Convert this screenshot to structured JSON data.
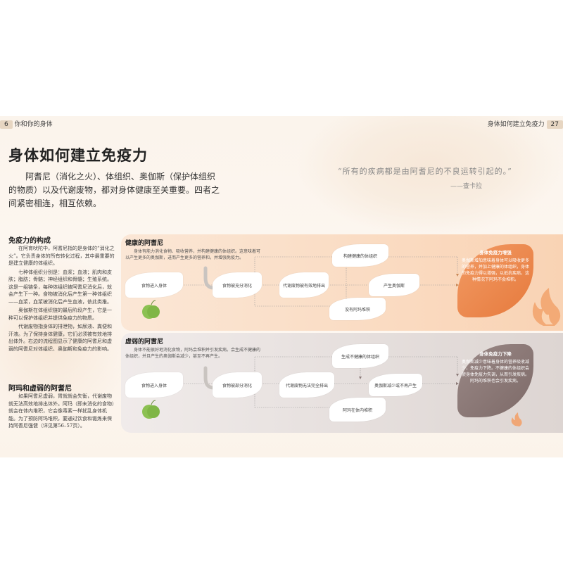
{
  "header": {
    "left_page_num": "6",
    "left_running_head": "你和你的身体",
    "right_running_head": "身体如何建立免疫力",
    "right_page_num": "27"
  },
  "title": "身体如何建立免疫力",
  "intro": "阿耆尼（消化之火）、体组织、奥伽斯（保护体组织的物质）以及代谢废物，都对身体健康至关重要。四者之间紧密相连，相互依赖。",
  "quote": {
    "text": "“所有的疾病都是由阿耆尼的不良运转引起的。”",
    "attribution": "——查卡拉"
  },
  "section1": {
    "heading": "免疫力的构成",
    "paragraphs": [
      "在阿育吠陀中，阿耆尼指的是身体的“消化之火”。它负责身体的所有转化过程，其中最重要的是建立健康的体组织。",
      "七种体组织分别是：血浆；血液；肌肉和皮肤；脂肪；骨骼；神经组织和骨髓；生殖系统。这是一组链条，每种体组织被阿耆尼消化后，就会产生下一种。食物被消化后产生第一种体组织——血浆，血浆被消化后产生血液，依此类推。",
      "奥伽斯在体组织链的最后阶段产生，它是一种可以保护体组织并提供免疫力的物质。",
      "代谢废物指身体的排泄物，如尿液、粪便和汗液。为了保持身体健康，它们必须被有效地排出体外。右边的流程图显示了健康的阿耆尼和虚弱的阿耆尼对体组织、奥伽斯和免疫力的影响。"
    ]
  },
  "section2": {
    "heading": "阿玛和虚弱的阿耆尼",
    "paragraphs": [
      "如果阿耆尼虚弱，胃就就会失衡，代谢废物就无法高效地排出体外。阿玛（即未消化的食物）就会在体内堆积，它会像毒素一样扰乱身体机能。为了预防阿玛堆积，要通过饮食和锻炼来保持阿耆尼强健（详见第56–57页）。"
    ]
  },
  "healthy": {
    "title": "健康的阿耆尼",
    "desc": "身体有能力消化食物、吸收营养，并构建健康的体组织。这意味着可以产生更多的奥伽斯，进而产生更多的营养和，并增强免疫力。",
    "nodes": {
      "food_in": "食物进入身体",
      "digested": "食物被充分消化",
      "waste_out": "代谢废物被有效地排出",
      "build_tissue": "构建健康的体组织",
      "ojas": "产生奥伽斯",
      "no_ama": "没有阿玛堆积"
    },
    "result_title": "身体免疫力增强",
    "result_text": "奥伽斯增加意味着身体可以吸收更多的营养，并加上健康的体组织，身体的免疫力得以增强，以抵抗疾病，这种情况下阿玛不会堆积。"
  },
  "weak": {
    "title": "虚弱的阿耆尼",
    "desc": "身体不能很好地消化食物，阿玛会堆积并引发疾病。会生成不健康的体组织，并且产生的奥伽斯会减少，甚至不再产生。",
    "nodes": {
      "food_in": "食物进入身体",
      "partial": "食物被部分消化",
      "waste_fail": "代谢废物无法完全排出",
      "unhealthy_tissue": "生成不健康的体组织",
      "less_ojas": "奥伽斯减少或不再产生",
      "ama_build": "阿玛在体内堆积"
    },
    "result_title": "身体免疫力下降",
    "result_text": "奥伽斯减少意味着身体的营养吸收减少，免疫力下降。不健康的体组织会使身体免疫力失调，从而引发疾病。阿玛的堆积也会引发疾病。"
  },
  "colors": {
    "healthy_accent": "#e67a3d",
    "weak_accent": "#7d6a68",
    "apple": "#8cc152"
  }
}
